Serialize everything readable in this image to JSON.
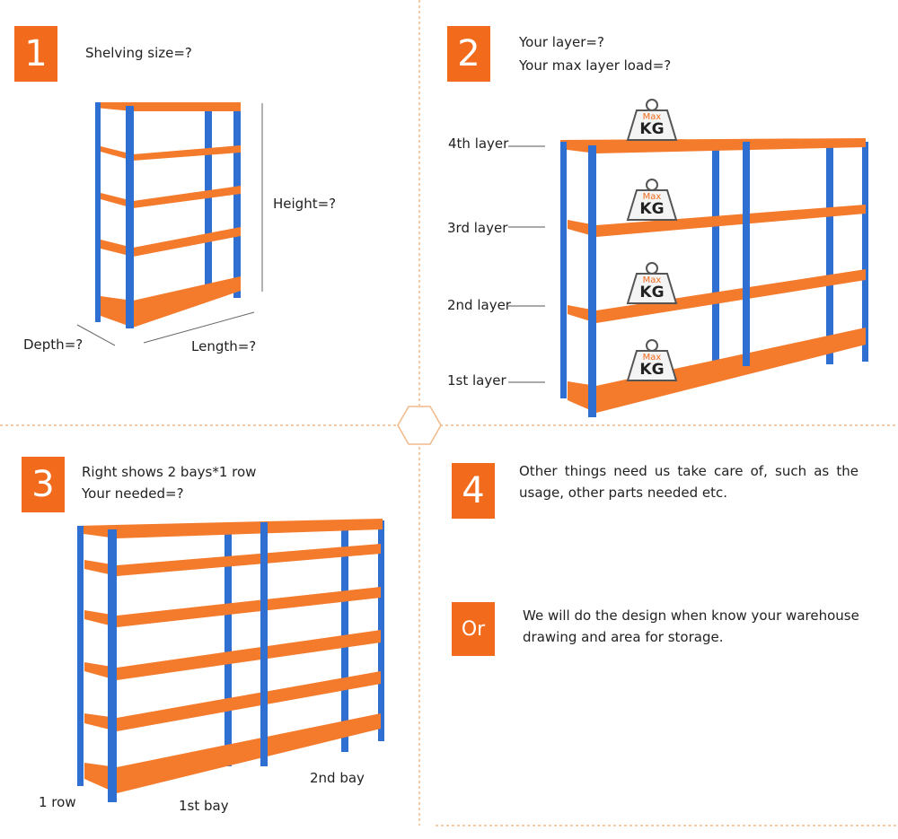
{
  "colors": {
    "accent": "#f26a1b",
    "upright": "#2f6fd1",
    "shelf": "#f47a2c",
    "divider": "#f0b98a"
  },
  "panel1": {
    "number": "1",
    "title": "Shelving size=?",
    "height_label": "Height=?",
    "depth_label": "Depth=?",
    "length_label": "Length=?"
  },
  "panel2": {
    "number": "2",
    "line1": "Your layer=?",
    "line2": "Your max layer load=?",
    "layers": [
      "4th layer",
      "3rd layer",
      "2nd layer",
      "1st layer"
    ],
    "badge_top": "Max",
    "badge_bottom": "KG"
  },
  "panel3": {
    "number": "3",
    "line1": "Right shows 2 bays*1 row",
    "line2": "Your needed=?",
    "row_label": "1 row",
    "bay1_label": "1st bay",
    "bay2_label": "2nd bay"
  },
  "panel4": {
    "number": "4",
    "text": "Other things need us take care of, such as the usage, other parts needed etc.",
    "or_label": "Or",
    "or_text": "We will do the design when know your warehouse drawing and area for storage."
  }
}
